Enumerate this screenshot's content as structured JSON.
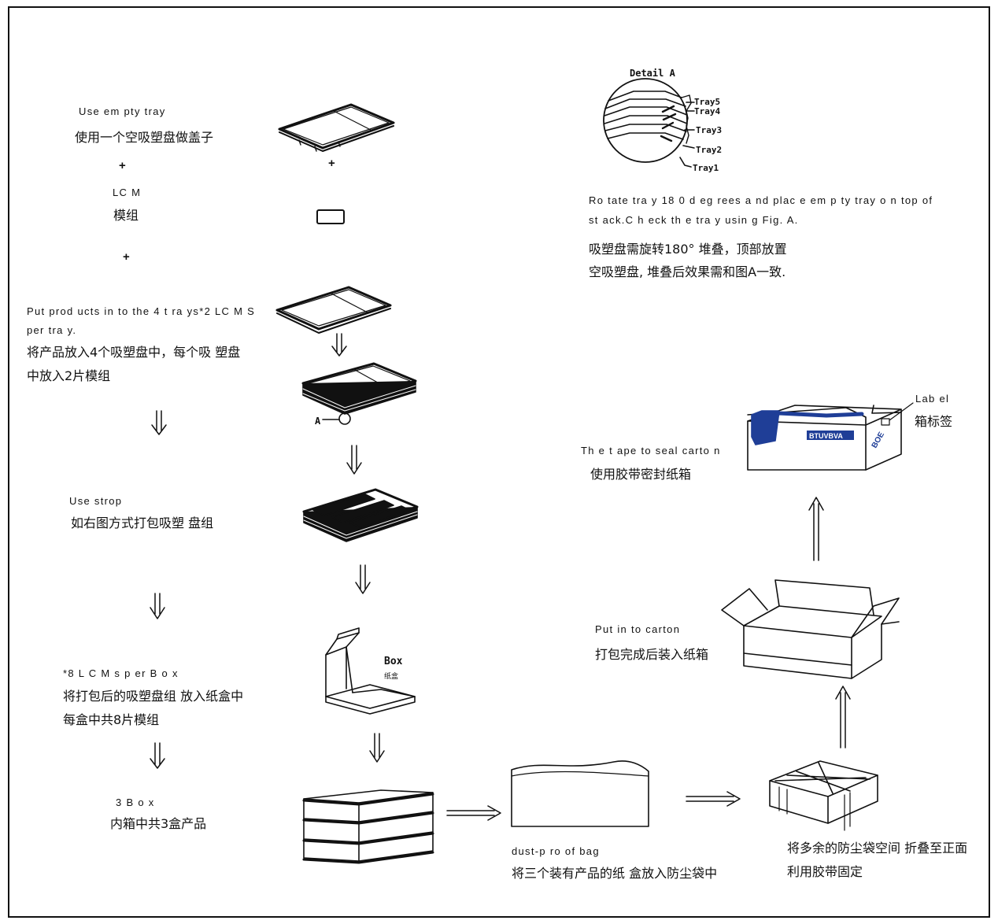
{
  "steps": {
    "empty_tray": {
      "en": "Use em pty tray",
      "cn": "使用一个空吸塑盘做盖子"
    },
    "plus_symbol": "+",
    "lcm": {
      "en": "LC M",
      "cn": "模组"
    },
    "put_products": {
      "en_line1": "Put prod ucts in to  the  4  t ra ys*2  LC M S",
      "en_line2": "per tra y.",
      "cn_line1": "将产品放入4个吸塑盘中，每个吸 塑盘",
      "cn_line2": "中放入2片模组"
    },
    "strop": {
      "en": "Use  strop",
      "cn": "如右图方式打包吸塑 盘组"
    },
    "per_box": {
      "en": "*8 L C M s  p er B o x",
      "cn_line1": "将打包后的吸塑盘组 放入纸盒中",
      "cn_line2": "每盒中共8片模组"
    },
    "three_box": {
      "en": "3 B o x",
      "cn": "内箱中共3盒产品"
    },
    "dust_bag": {
      "en": "dust-p ro of bag",
      "cn": "将三个装有产品的纸 盒放入防尘袋中"
    },
    "fold_bag": {
      "cn_line1": "将多余的防尘袋空间 折叠至正面",
      "cn_line2": "利用胶带固定"
    },
    "put_carton": {
      "en": "Put  in to  carton",
      "cn": "打包完成后装入纸箱"
    },
    "seal_carton": {
      "en": "Th e t ape to  seal carto n",
      "cn": "使用胶带密封纸箱"
    },
    "label": {
      "en": "Lab el",
      "cn": "箱标签"
    },
    "rotate": {
      "en_line1": "Ro tate tra y 18 0  d eg rees a nd plac e em p ty  tray o n top of",
      "en_line2": "st ack.C h eck th e tra y usin g  Fig. A.",
      "cn_line1": "吸塑盘需旋转180° 堆叠，顶部放置",
      "cn_line2": "空吸塑盘, 堆叠后效果需和图A一致."
    }
  },
  "detail": {
    "title": "Detail A",
    "trays": [
      "Tray5",
      "Tray4",
      "Tray3",
      "Tray2",
      "Tray1"
    ],
    "marker": "A"
  },
  "box_drawing": {
    "en": "Box",
    "cn": "纸盒"
  },
  "carton_brand": "BTUVBVA",
  "carton_side_mark": "BOE",
  "arrow": "⇓"
}
